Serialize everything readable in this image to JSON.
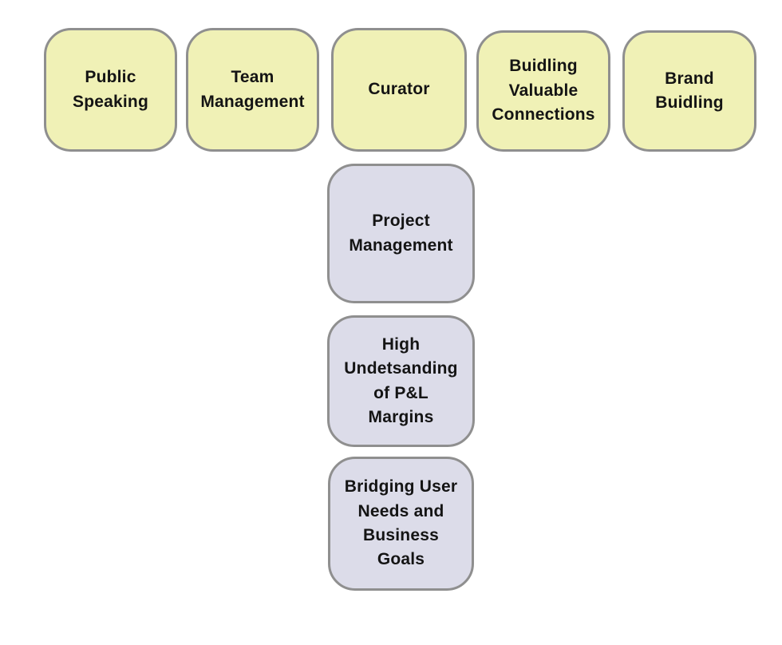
{
  "diagram": {
    "top_row": [
      {
        "label": "Public Speaking"
      },
      {
        "label": "Team Management"
      },
      {
        "label": "Curator"
      },
      {
        "label": "Buidling Valuable Connections"
      },
      {
        "label": "Brand Buidling"
      }
    ],
    "middle_column": [
      {
        "label": "Project Management"
      },
      {
        "label": "High Undetsanding of P&L Margins"
      },
      {
        "label": "Bridging User Needs and Business Goals"
      }
    ],
    "colors": {
      "top_box_fill": "#f0f1b6",
      "middle_box_fill": "#dcdce9",
      "box_border": "#8f8f8f",
      "text": "#141414",
      "background": "#ffffff"
    }
  }
}
